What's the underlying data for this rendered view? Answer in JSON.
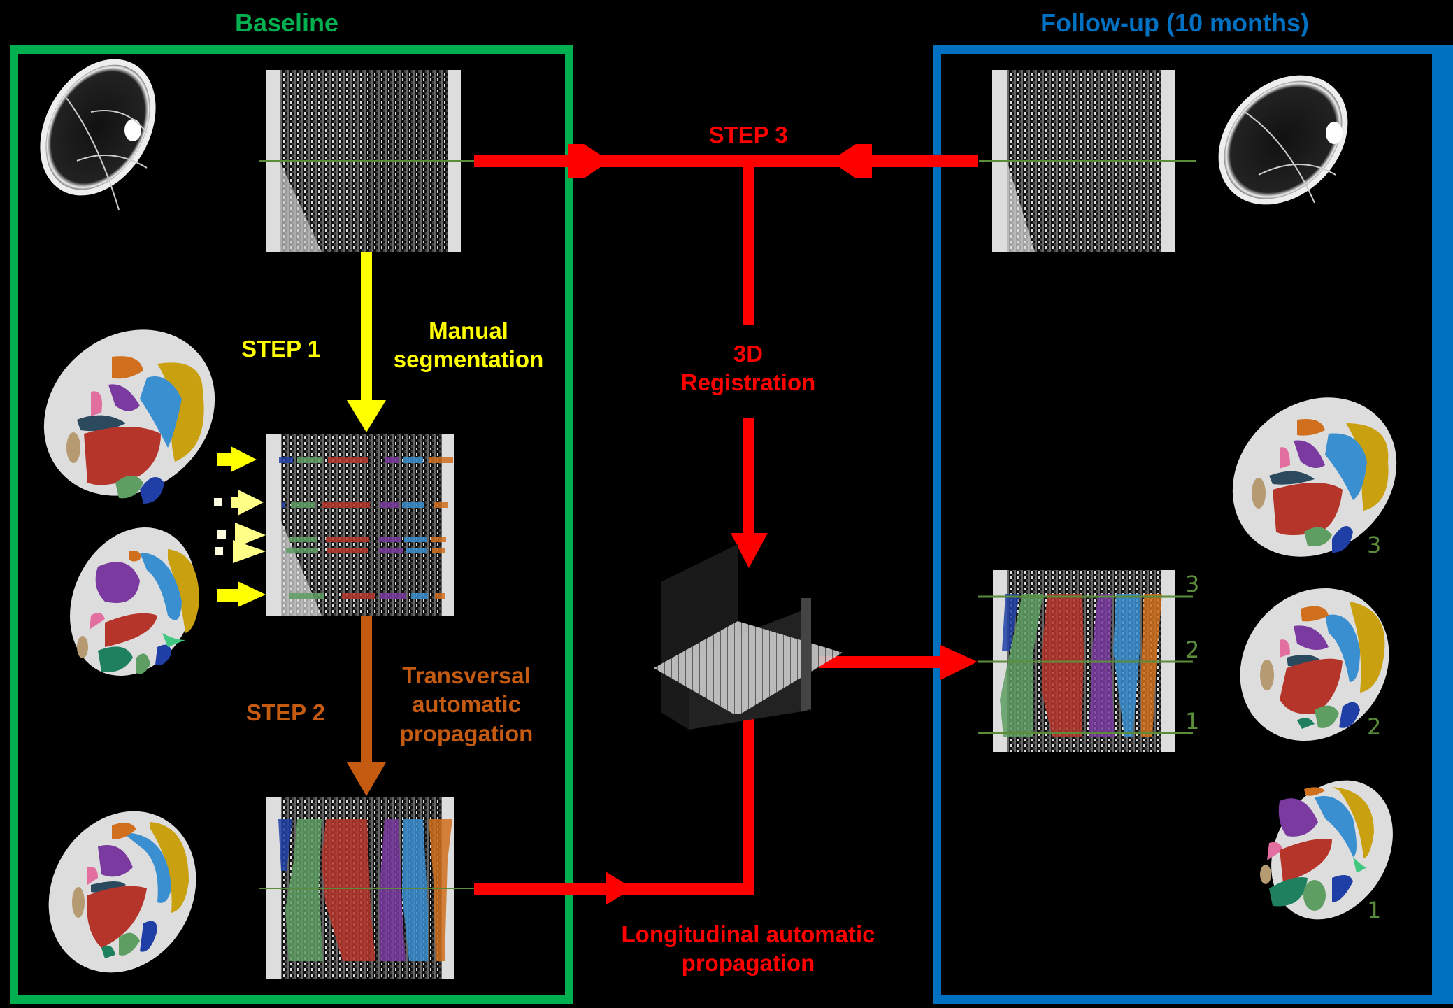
{
  "colors": {
    "baseline": "#00b050",
    "followup": "#0070c0",
    "step1": "#ffff00",
    "step2": "#c55a11",
    "step3": "#ff0000",
    "slice_line": "#5b8c3a",
    "muscles": [
      "#1f3fa6",
      "#5e9e63",
      "#b5352a",
      "#7a3aa0",
      "#3a8fd0",
      "#d06f1d",
      "#c9a010",
      "#e36fa0",
      "#2c4a5e",
      "#b59a72",
      "#1f8060",
      "#40c880"
    ]
  },
  "panels": {
    "baseline": {
      "title": "Baseline"
    },
    "followup": {
      "title": "Follow-up (10 months)"
    }
  },
  "steps": {
    "step1": {
      "label": "STEP 1",
      "description": [
        "Manual",
        "segmentation"
      ]
    },
    "step2": {
      "label": "STEP 2",
      "description": [
        "Transversal",
        "automatic",
        "propagation"
      ]
    },
    "step3": {
      "label": "STEP 3",
      "description": [
        "3D",
        "Registration"
      ]
    },
    "longitudinal": {
      "description": [
        "Longitudinal automatic",
        "propagation"
      ]
    }
  },
  "followup_slices": [
    "3",
    "2",
    "1"
  ],
  "images": {
    "baseline_axial_raw": "Baseline axial MRI slice (unsegmented)",
    "baseline_coronal_raw": "Baseline coronal MRI view",
    "baseline_axial_seg_top": "Manually segmented axial slice",
    "baseline_axial_seg_mid": "Manually segmented axial slice",
    "baseline_coronal_lines": "Coronal view with manual segmentation lines",
    "baseline_axial_seg_bottom": "Propagated axial segmentation",
    "baseline_coronal_seg": "Coronal view with propagated segmentation",
    "followup_coronal_raw": "Follow-up coronal MRI view",
    "followup_axial_raw": "Follow-up axial MRI slice",
    "registration_3d": "3D registration volume",
    "followup_coronal_seg": "Follow-up coronal segmentation",
    "followup_axial_3": "Follow-up axial slice 3",
    "followup_axial_2": "Follow-up axial slice 2",
    "followup_axial_1": "Follow-up axial slice 1"
  }
}
